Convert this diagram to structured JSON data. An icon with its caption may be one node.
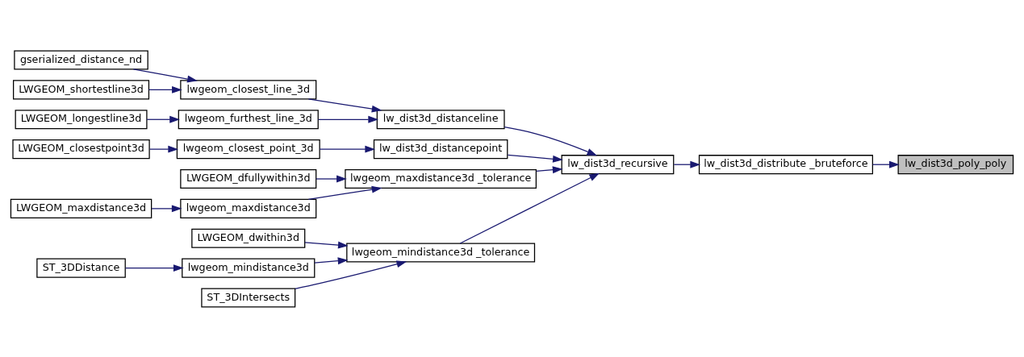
{
  "diagram": {
    "nodes": [
      {
        "text": [
          "lw_dist3d_poly_poly"
        ]
      },
      {
        "text": [
          "lw_dist3d_distribute _bruteforce"
        ]
      },
      {
        "text": [
          "lw_dist3d_recursive"
        ]
      },
      {
        "text": [
          "lw_dist3d_distanceline"
        ]
      },
      {
        "text": [
          "lw_dist3d_distancepoint"
        ]
      },
      {
        "text": [
          "lwgeom_maxdistance3d _tolerance"
        ]
      },
      {
        "text": [
          "lwgeom_mindistance3d _tolerance"
        ]
      },
      {
        "text": [
          "lwgeom_closest_line_3d"
        ]
      },
      {
        "text": [
          "lwgeom_furthest_line_3d"
        ]
      },
      {
        "text": [
          "lwgeom_closest_point_3d"
        ]
      },
      {
        "text": [
          "LWGEOM_dfullywithin3d"
        ]
      },
      {
        "text": [
          "lwgeom_maxdistance3d"
        ]
      },
      {
        "text": [
          "LWGEOM_dwithin3d"
        ]
      },
      {
        "text": [
          "lwgeom_mindistance3d"
        ]
      },
      {
        "text": [
          "ST_3DIntersects"
        ]
      },
      {
        "text": [
          "gserialized_distance_nd"
        ]
      },
      {
        "text": [
          "LWGEOM_shortestline3d"
        ]
      },
      {
        "text": [
          "LWGEOM_longestline3d"
        ]
      },
      {
        "text": [
          "LWGEOM_closestpoint3d"
        ]
      },
      {
        "text": [
          "LWGEOM_maxdistance3d"
        ]
      },
      {
        "text": [
          "ST_3DDistance"
        ]
      }
    ],
    "edges": [
      {
        "from": 1,
        "to": 0,
        "arrow": "to"
      },
      {
        "from": 2,
        "to": 1,
        "arrow": "to"
      },
      {
        "from": 3,
        "to": 2,
        "arrow": "to"
      },
      {
        "from": 4,
        "to": 2,
        "arrow": "to"
      },
      {
        "from": 5,
        "to": 2,
        "arrow": "to"
      },
      {
        "from": 6,
        "to": 2,
        "arrow": "to"
      },
      {
        "from": 7,
        "to": 3,
        "arrow": "to"
      },
      {
        "from": 8,
        "to": 3,
        "arrow": "to"
      },
      {
        "from": 9,
        "to": 4,
        "arrow": "to"
      },
      {
        "from": 10,
        "to": 5,
        "arrow": "to"
      },
      {
        "from": 11,
        "to": 5,
        "arrow": "to"
      },
      {
        "from": 12,
        "to": 6,
        "arrow": "to"
      },
      {
        "from": 13,
        "to": 6,
        "arrow": "to"
      },
      {
        "from": 14,
        "to": 6,
        "arrow": "to"
      },
      {
        "from": 15,
        "to": 7,
        "arrow": "to"
      },
      {
        "from": 16,
        "to": 7,
        "arrow": "to"
      },
      {
        "from": 17,
        "to": 8,
        "arrow": "to"
      },
      {
        "from": 18,
        "to": 9,
        "arrow": "to"
      },
      {
        "from": 19,
        "to": 11,
        "arrow": "to"
      },
      {
        "from": 20,
        "to": 13,
        "arrow": "to"
      }
    ]
  }
}
